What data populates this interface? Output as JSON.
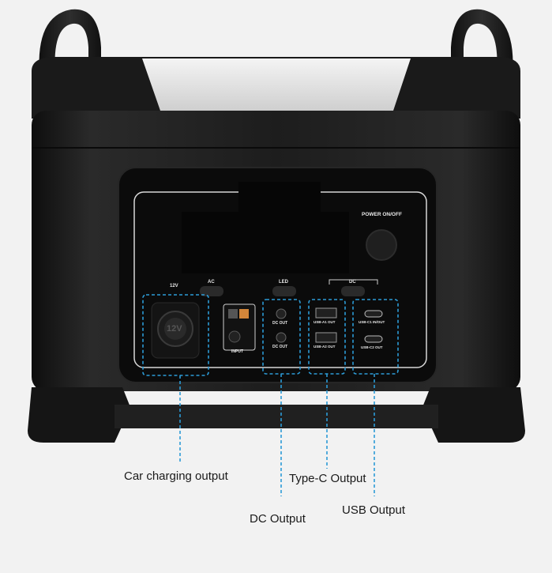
{
  "device": {
    "name": "portable power station",
    "panel": {
      "power_label": "POWER ON/OFF",
      "label_12v": "12V",
      "label_ac": "AC",
      "label_led": "LED",
      "label_dc": "DC",
      "label_input": "INPUT",
      "label_dc_out_1": "DC OUT",
      "label_dc_out_2": "DC OUT",
      "label_usb_a1": "USB-A1 OUT",
      "label_usb_a2": "USB-A2 OUT",
      "label_usb_c1": "USB-C1 IN/OUT",
      "label_usb_c2": "USB-C2 OUT",
      "car_socket_text": "12V"
    }
  },
  "callouts": {
    "car_charging": "Car charging output",
    "type_c": "Type-C Output",
    "dc_output": "DC Output",
    "usb_output": "USB Output"
  },
  "colors": {
    "background": "#f2f2f2",
    "body": "#161616",
    "panel": "#0b0b0b",
    "highlight_box": "#2c9bd6",
    "lid_window": "#e4e4e4"
  },
  "icons": [
    "power-button-icon",
    "car-socket-icon",
    "usb-a-port-icon",
    "usb-c-port-icon",
    "dc-port-icon",
    "anderson-input-icon"
  ]
}
